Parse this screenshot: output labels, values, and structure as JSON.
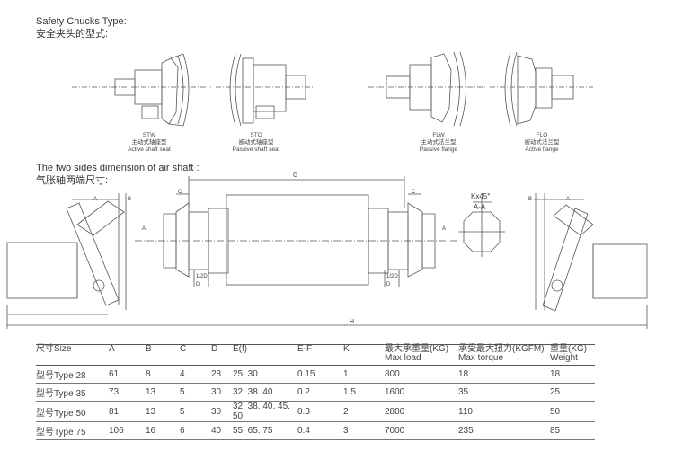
{
  "headings": {
    "safety_en": "Safety Chucks Type:",
    "safety_cn": "安全夹头的型式:",
    "twosides_en": "The two sides dimension of air shaft :",
    "twosides_cn": "气胀轴两端尺寸:"
  },
  "chucks": [
    {
      "code": "STW",
      "cn": "主动式轴座型",
      "en": "Active shaft seat"
    },
    {
      "code": "STO",
      "cn": "被动式轴座型",
      "en": "Passive shaft seat"
    },
    {
      "code": "FLW",
      "cn": "主动式法兰型",
      "en": "Passive flange"
    },
    {
      "code": "FLO",
      "cn": "被动式法兰型",
      "en": "Active flange"
    }
  ],
  "dimension_labels": {
    "G": "G",
    "H": "H",
    "C1": "C",
    "C2": "C",
    "A": "A",
    "B": "B",
    "A_left": "A",
    "A_right": "A",
    "half_d_left": "1/2D",
    "d_left": "D",
    "half_d_right": "1/2D",
    "d_right": "D",
    "kx45": "Kx45°",
    "aa": "A-A",
    "B_right": "B",
    "A_far_right": "A"
  },
  "table": {
    "headers": [
      {
        "main": "尺寸Size",
        "sub": ""
      },
      {
        "main": "A",
        "sub": ""
      },
      {
        "main": "B",
        "sub": ""
      },
      {
        "main": "C",
        "sub": ""
      },
      {
        "main": "D",
        "sub": ""
      },
      {
        "main": "E(f)",
        "sub": ""
      },
      {
        "main": "E-F",
        "sub": ""
      },
      {
        "main": "K",
        "sub": ""
      },
      {
        "main": "最大承重量(KG)",
        "sub": "Max load"
      },
      {
        "main": "承受最大扭力(KGFM)",
        "sub": "Max torque"
      },
      {
        "main": "重量(KG)",
        "sub": "Weight"
      }
    ],
    "rows": [
      [
        "型号Type 28",
        "61",
        "8",
        "4",
        "28",
        "25. 30",
        "0.15",
        "1",
        "800",
        "18",
        "18"
      ],
      [
        "型号Type 35",
        "73",
        "13",
        "5",
        "30",
        "32. 38. 40",
        "0.2",
        "1.5",
        "1600",
        "35",
        "25"
      ],
      [
        "型号Type 50",
        "81",
        "13",
        "5",
        "30",
        "32. 38. 40. 45. 50",
        "0.3",
        "2",
        "2800",
        "110",
        "50"
      ],
      [
        "型号Type 75",
        "106",
        "16",
        "6",
        "40",
        "55. 65. 75",
        "0.4",
        "3",
        "7000",
        "235",
        "85"
      ]
    ]
  }
}
